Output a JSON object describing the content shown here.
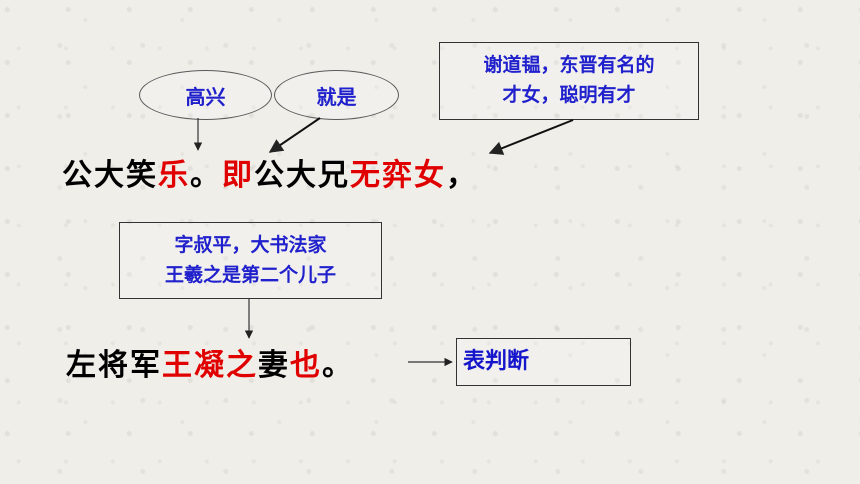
{
  "annotations": {
    "gaoxing": "高兴",
    "jiushi": "就是",
    "xie_line1": "谢道韫，东晋有名的",
    "xie_line2": "才女，聪明有才",
    "zi_line1": "字叔平，大书法家",
    "zi_line2": "王羲之是第二个儿子",
    "panduan": "表判断"
  },
  "sentence1": {
    "p1": "公大笑",
    "p2": "乐",
    "p3": "。",
    "p4": "即",
    "p5": "公大兄",
    "p6": "无弈女",
    "p7": "，"
  },
  "sentence2": {
    "p1": "左将军",
    "p2": "王凝之",
    "p3": "妻",
    "p4": "也",
    "p5": "。"
  },
  "colors": {
    "annotation_text": "#2020cc",
    "highlight": "#e00000",
    "body_text": "#000000"
  }
}
